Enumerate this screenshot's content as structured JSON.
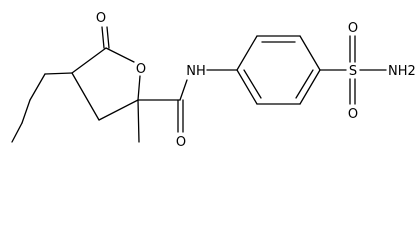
{
  "molecule": {
    "atoms": {
      "lactone_carbonyl_o": "O",
      "ring_o": "O",
      "amide_n": "NH",
      "amide_o": "O",
      "sulfonyl_s": "S",
      "sulfonyl_o_top": "O",
      "sulfonyl_o_bottom": "O",
      "sulfonamide_n": "NH2"
    }
  }
}
